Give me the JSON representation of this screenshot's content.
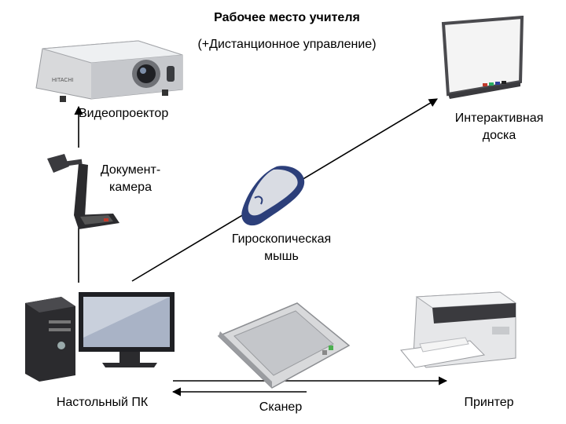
{
  "title": {
    "line1": "Рабочее место учителя",
    "line2": "(+Дистанционное управление)"
  },
  "devices": {
    "projector": {
      "label": "Видеопроектор",
      "brand": "HITACHI"
    },
    "board": {
      "label": "Интерактивная\nдоска"
    },
    "doc_camera": {
      "label": "Документ-\nкамера"
    },
    "mouse": {
      "label": "Гироскопическая\nмышь"
    },
    "pc": {
      "label": "Настольный ПК"
    },
    "scanner": {
      "label": "Сканер"
    },
    "printer": {
      "label": "Принтер"
    }
  },
  "colors": {
    "arrow": "#000000",
    "device_light": "#d8d9db",
    "device_dark": "#2b2b2e",
    "accent_blue": "#2c3f7a"
  }
}
